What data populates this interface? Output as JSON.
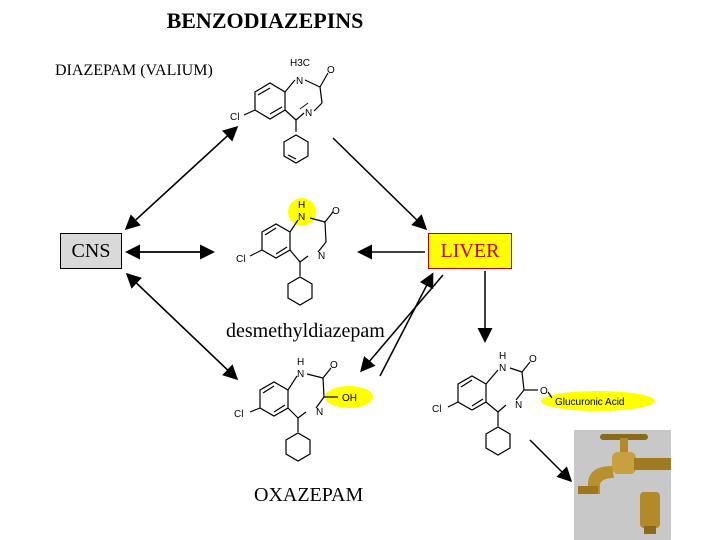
{
  "title": "BENZODIAZEPINS",
  "diazepam_label": "DIAZEPAM (VALIUM)",
  "desmethyl_label": "desmethyldiazepam",
  "oxazepam_label": "OXAZEPAM",
  "cns_label": "CNS",
  "liver_label": "LIVER",
  "atoms": {
    "h3c": "H3C",
    "n": "N",
    "o": "O",
    "cl": "Cl",
    "h": "H",
    "oh": "OH"
  },
  "glucuronic_label": "Glucuronic Acid",
  "colors": {
    "liver_box_bg": "#ffff00",
    "liver_box_border": "#c00000",
    "highlight": "#ffff00",
    "cns_box_bg": "#d9d9d9"
  }
}
